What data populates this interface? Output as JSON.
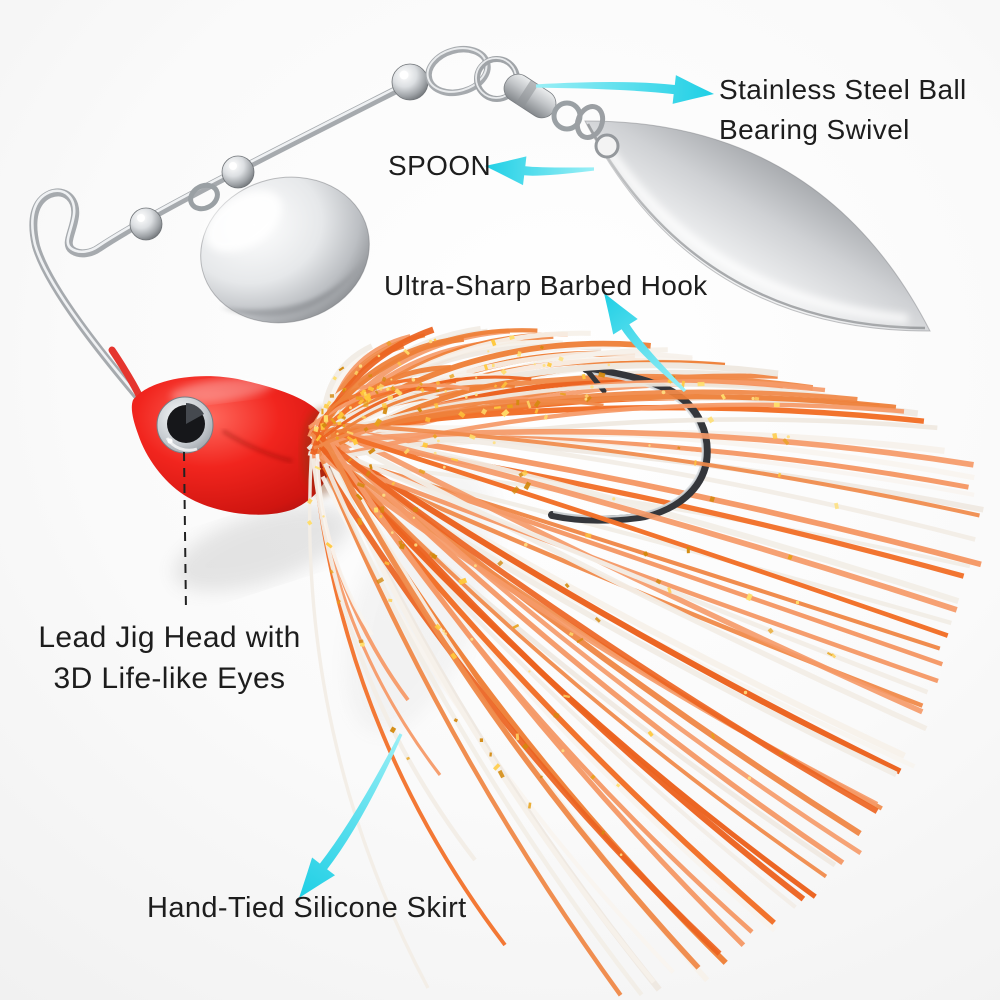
{
  "labels": {
    "swivel_line1": "Stainless Steel Ball",
    "swivel_line2": "Bearing Swivel",
    "spoon": "SPOON",
    "hook": "Ultra-Sharp Barbed Hook",
    "jig_head_line1": "Lead Jig Head with",
    "jig_head_line2": "3D Life-like Eyes",
    "skirt": "Hand-Tied Silicone Skirt"
  },
  "colors": {
    "text": "#1d1d1d",
    "background": "#f1f1f1",
    "arrow_cyan_light": "#8feef6",
    "arrow_cyan": "#27d2e6",
    "head_red": "#f1241d",
    "head_red_dark": "#c21410",
    "skirt_orange": "#f0722c",
    "skirt_white": "#f5f1ea",
    "glitter_gold": "#e8a21a",
    "metal_silver": "#c8cbce",
    "metal_dark": "#7c8084",
    "hook_dark": "#34363b"
  },
  "skirt_palette": {
    "oranges": [
      "#f2712a",
      "#ee8038",
      "#f08a4a",
      "#ec6320",
      "#f59a68"
    ],
    "whites": [
      "#f6f1ea",
      "#f2ede6",
      "#f8f4ef",
      "#efe9e1"
    ],
    "golds": [
      "#e8a21a",
      "#ffc93c",
      "#d3890d",
      "#ffde6b"
    ]
  }
}
